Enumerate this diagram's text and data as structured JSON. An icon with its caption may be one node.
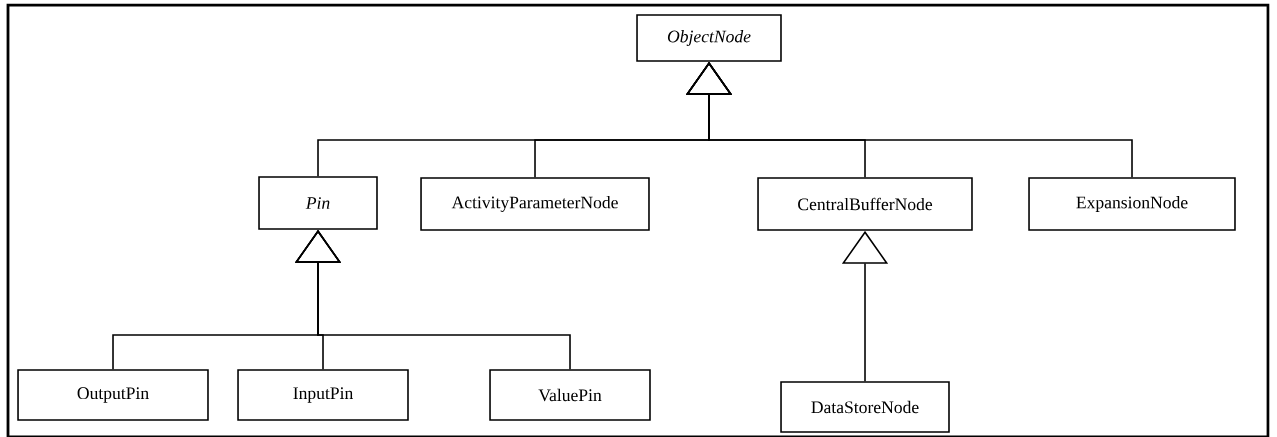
{
  "diagram": {
    "nodes": [
      {
        "text": [
          "ObjectNode"
        ]
      },
      {
        "text": [
          "Pin"
        ]
      },
      {
        "text": [
          "ActivityParameterNode"
        ]
      },
      {
        "text": [
          "CentralBufferNode"
        ]
      },
      {
        "text": [
          "ExpansionNode"
        ]
      },
      {
        "text": [
          "OutputPin"
        ]
      },
      {
        "text": [
          "InputPin"
        ]
      },
      {
        "text": [
          "ValuePin"
        ]
      },
      {
        "text": [
          "DataStoreNode"
        ]
      }
    ],
    "edges": [
      {
        "from": 1,
        "to": 0,
        "arrow": "to"
      },
      {
        "from": 2,
        "to": 0,
        "arrow": "to"
      },
      {
        "from": 3,
        "to": 0,
        "arrow": "to"
      },
      {
        "from": 4,
        "to": 0,
        "arrow": "to"
      },
      {
        "from": 5,
        "to": 1,
        "arrow": "to"
      },
      {
        "from": 6,
        "to": 1,
        "arrow": "to"
      },
      {
        "from": 7,
        "to": 1,
        "arrow": "to"
      },
      {
        "from": 8,
        "to": 3,
        "arrow": "to"
      }
    ]
  }
}
